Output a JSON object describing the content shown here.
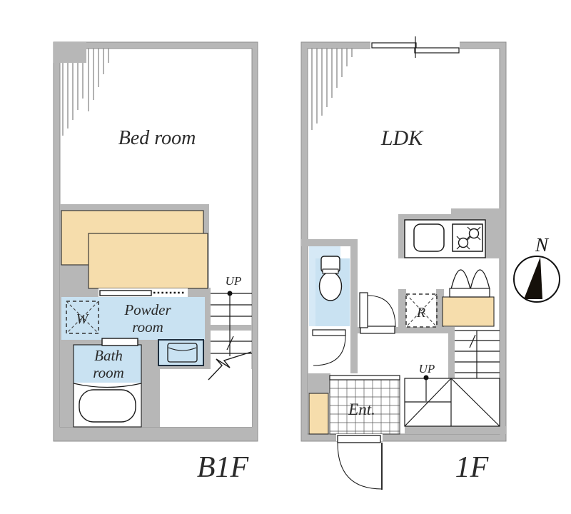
{
  "b1f": {
    "floor_label": "B1F",
    "bedroom_label": "Bed room",
    "powder_room_label": [
      "Powder",
      "room"
    ],
    "bath_room_label": [
      "Bath",
      "room"
    ],
    "washer_label": "W",
    "stairs_up_label": "UP"
  },
  "f1": {
    "floor_label": "1F",
    "ldk_label": "LDK",
    "refrigerator_label": "R",
    "entrance_label": "Ent.",
    "stairs_up_label": "UP"
  },
  "compass": {
    "north_label": "N"
  },
  "colors": {
    "wall": "#b7b7b7",
    "water_room_blue": "#c9e2f2",
    "furniture_tan": "#f6ddac",
    "outline": "#1a1a1a"
  }
}
